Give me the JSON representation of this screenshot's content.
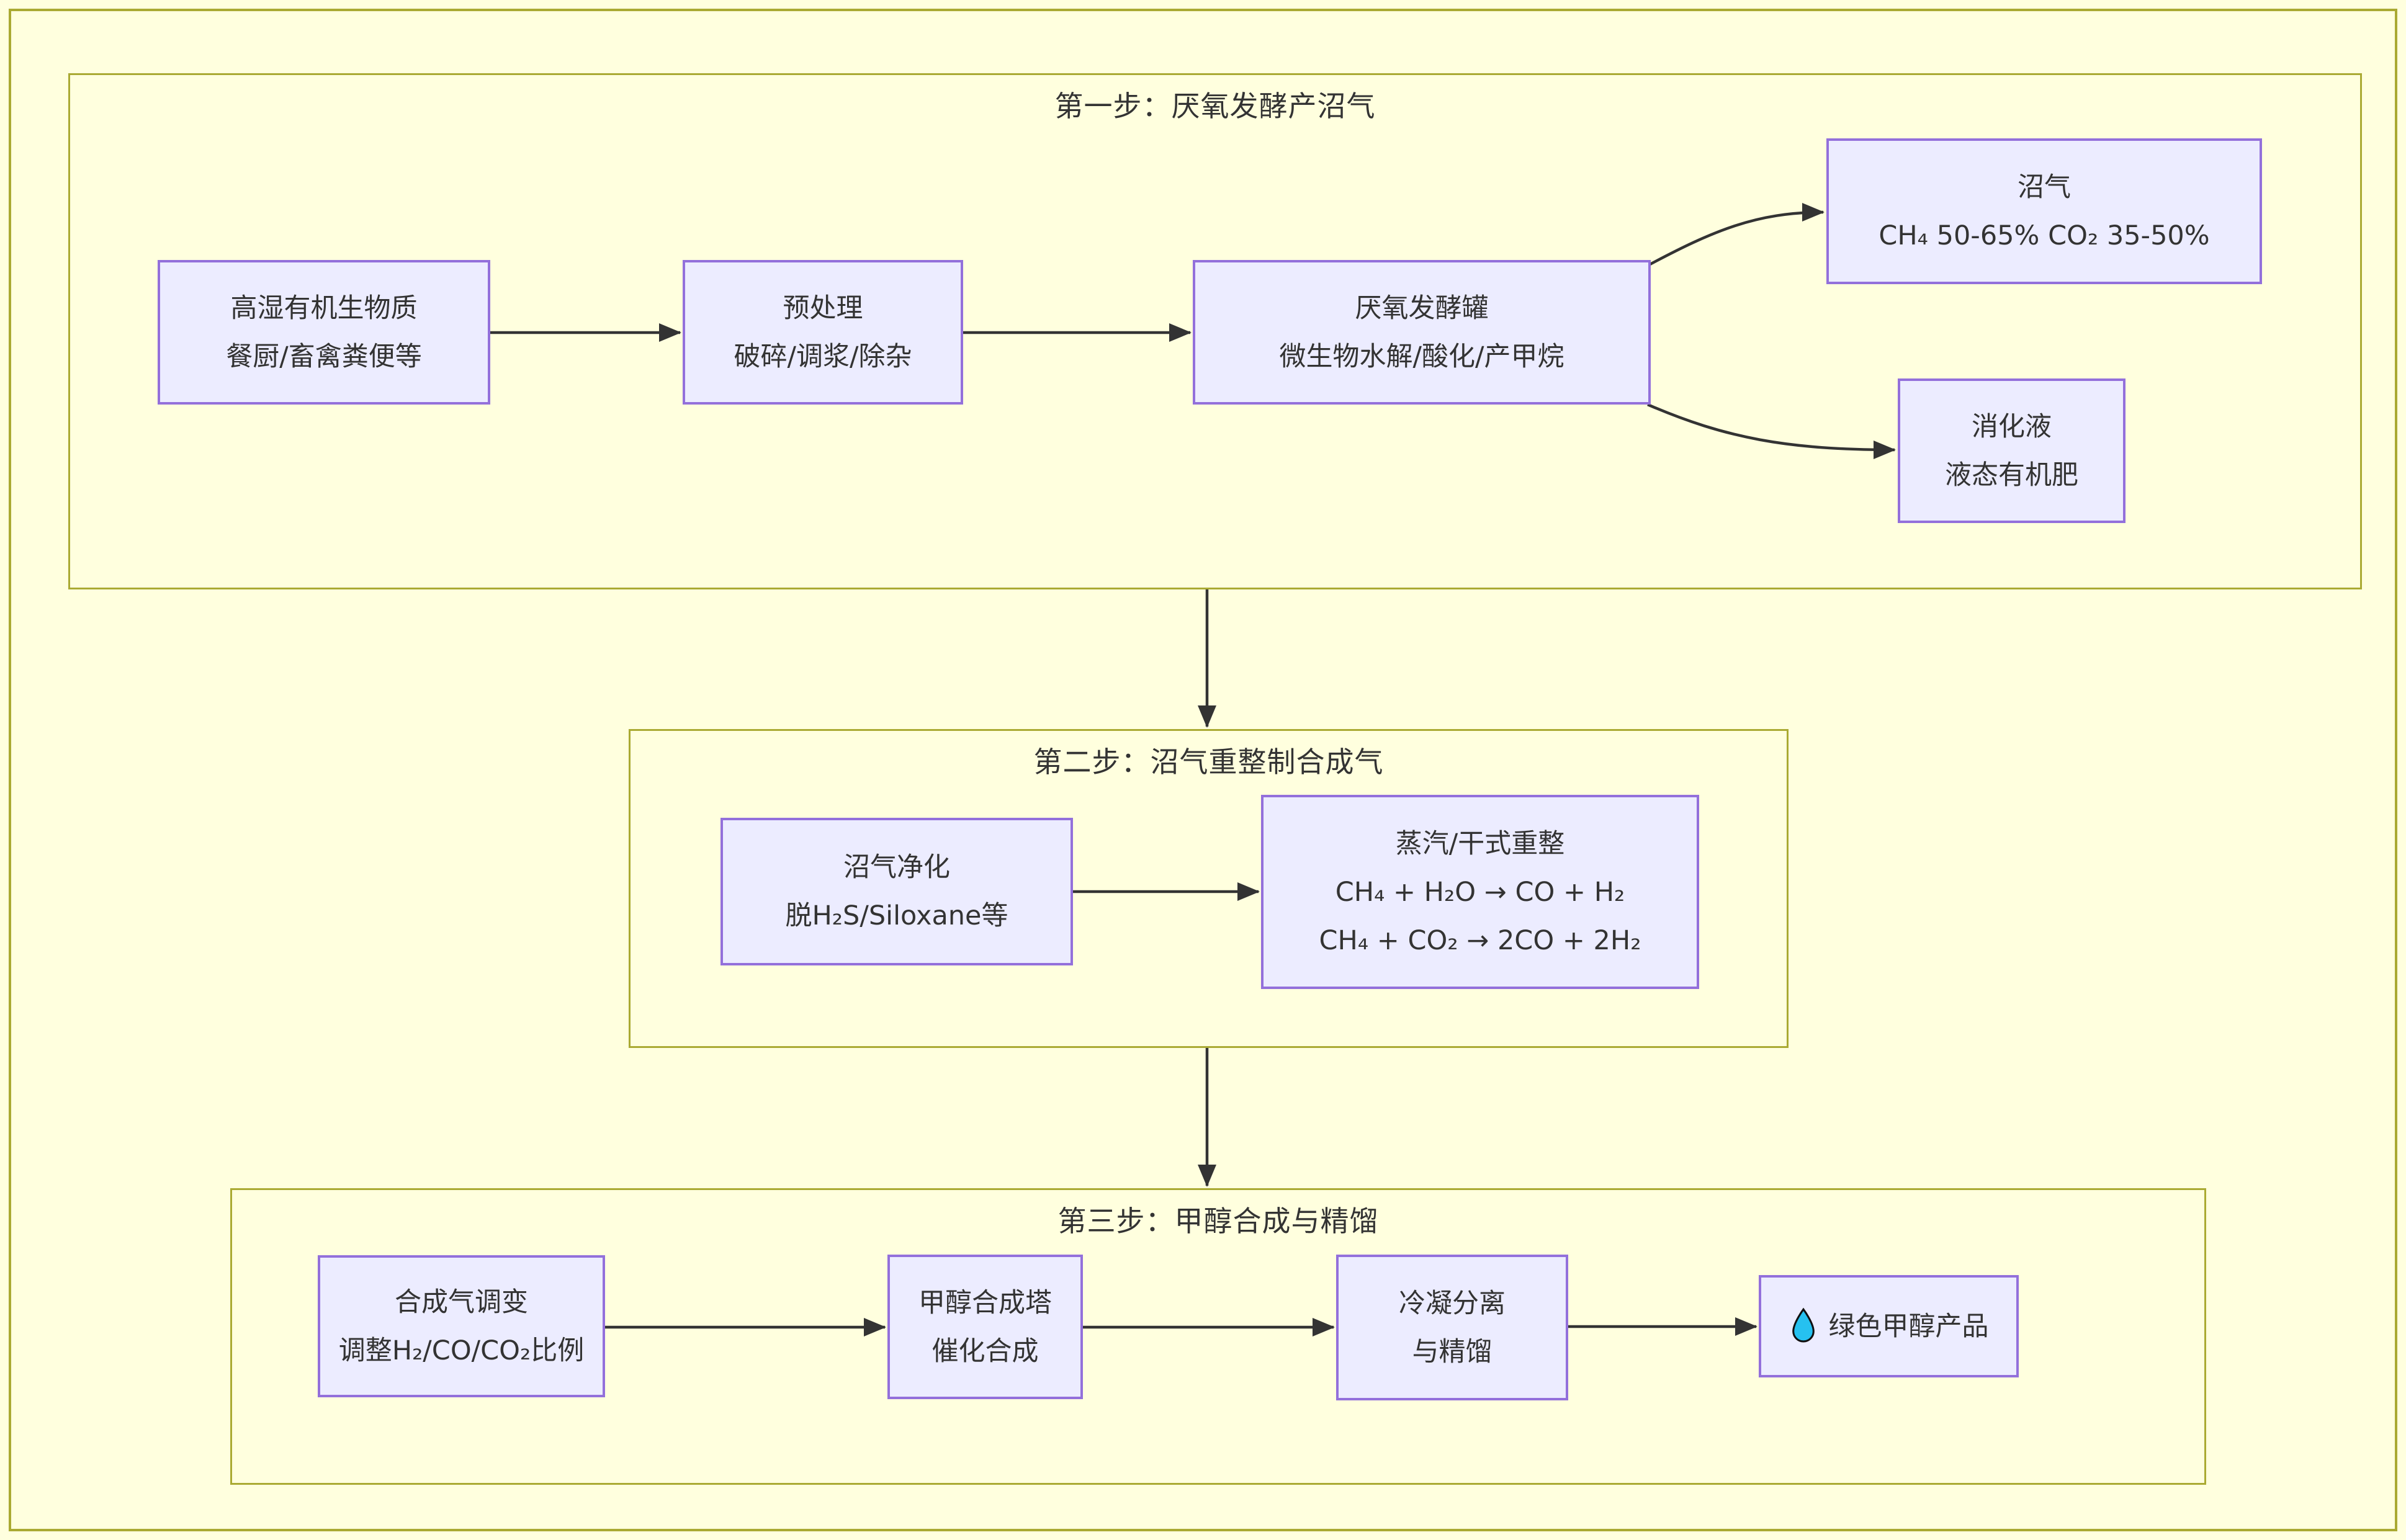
{
  "colors": {
    "background": "#FFFFDE",
    "cluster_border": "#AAAA33",
    "node_fill": "#ECECFF",
    "node_border": "#9370DB",
    "edge": "#333333",
    "text": "#333333",
    "droplet": "#26C1F0"
  },
  "clusters": [
    {
      "id": "step1",
      "title": "第一步：厌氧发酵产沼气"
    },
    {
      "id": "step2",
      "title": "第二步：沼气重整制合成气"
    },
    {
      "id": "step3",
      "title": "第三步：甲醇合成与精馏"
    }
  ],
  "nodes": {
    "biomass": {
      "lines": [
        "高湿有机生物质",
        "餐厨/畜禽粪便等"
      ]
    },
    "pretreat": {
      "lines": [
        "预处理",
        "破碎/调浆/除杂"
      ]
    },
    "fermenter": {
      "lines": [
        "厌氧发酵罐",
        "微生物水解/酸化/产甲烷"
      ]
    },
    "biogas": {
      "lines": [
        "沼气",
        "CH₄ 50-65% CO₂ 35-50%"
      ]
    },
    "digestate": {
      "lines": [
        "消化液",
        "液态有机肥"
      ]
    },
    "purify": {
      "lines": [
        "沼气净化",
        "脱H₂S/Siloxane等"
      ]
    },
    "reform": {
      "lines": [
        "蒸汽/干式重整",
        "CH₄ + H₂O → CO + H₂",
        "CH₄ + CO₂ → 2CO + 2H₂"
      ]
    },
    "adjust": {
      "lines": [
        "合成气调变",
        "调整H₂/CO/CO₂比例"
      ]
    },
    "tower": {
      "lines": [
        "甲醇合成塔",
        "催化合成"
      ]
    },
    "condense": {
      "lines": [
        "冷凝分离",
        "与精馏"
      ]
    },
    "product": {
      "icon": "droplet-icon",
      "lines": [
        "绿色甲醇产品"
      ]
    }
  }
}
